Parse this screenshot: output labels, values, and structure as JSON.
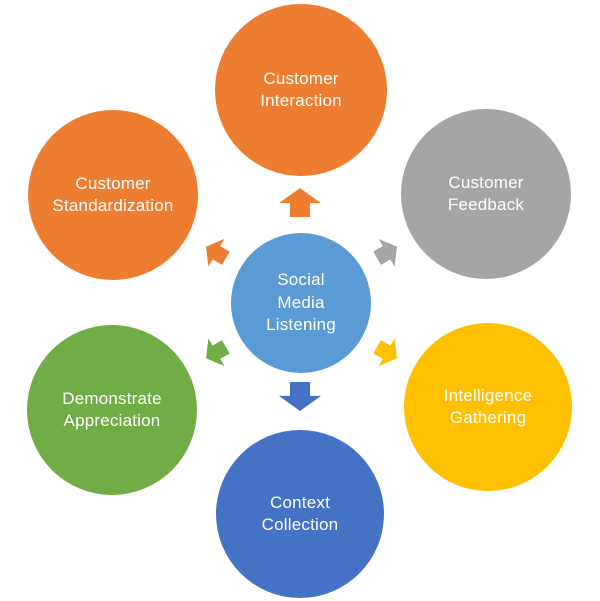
{
  "diagram": {
    "background_color": "#FFFFFF",
    "text_color": "#FFFFFF",
    "center": {
      "label": "Social\nMedia\nListening",
      "color": "#5B9BD5"
    },
    "nodes": [
      {
        "id": "customer-interaction",
        "label": "Customer\nInteraction",
        "color": "#ED7D31",
        "position": "top"
      },
      {
        "id": "customer-feedback",
        "label": "Customer\nFeedback",
        "color": "#A5A5A5",
        "position": "top-right"
      },
      {
        "id": "intelligence-gathering",
        "label": "Intelligence\nGathering",
        "color": "#FFC000",
        "position": "bottom-right"
      },
      {
        "id": "context-collection",
        "label": "Context\nCollection",
        "color": "#4472C4",
        "position": "bottom"
      },
      {
        "id": "demonstrate-appreciation",
        "label": "Demonstrate\nAppreciation",
        "color": "#70AD47",
        "position": "bottom-left"
      },
      {
        "id": "customer-standardization",
        "label": "Customer\nStandardization",
        "color": "#ED7D31",
        "position": "top-left"
      }
    ],
    "arrows": [
      {
        "direction": "up",
        "color": "#ED7D31"
      },
      {
        "direction": "up-right",
        "color": "#A5A5A5"
      },
      {
        "direction": "down-right",
        "color": "#FFC000"
      },
      {
        "direction": "down",
        "color": "#4472C4"
      },
      {
        "direction": "down-left",
        "color": "#70AD47"
      },
      {
        "direction": "up-left",
        "color": "#ED7D31"
      }
    ]
  }
}
